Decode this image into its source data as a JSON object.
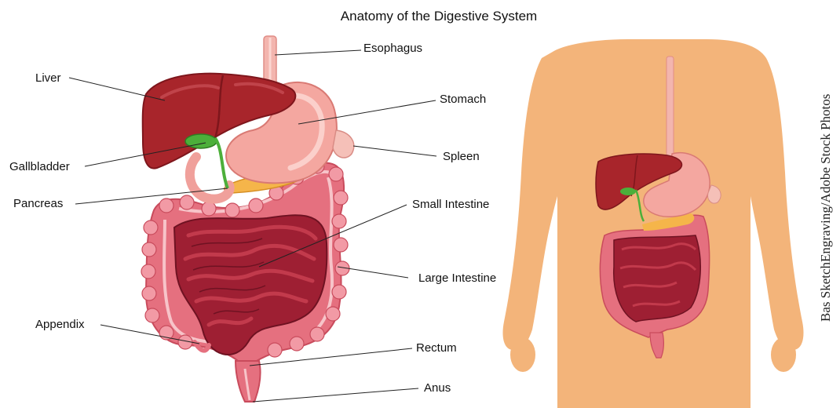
{
  "title": "Anatomy of the Digestive System",
  "credit": "Bas SketchEngraving/Adobe Stock Photos",
  "labels": {
    "esophagus": "Esophagus",
    "liver": "Liver",
    "stomach": "Stomach",
    "spleen": "Spleen",
    "gallbladder": "Gallbladder",
    "pancreas": "Pancreas",
    "small_intestine": "Small Intestine",
    "large_intestine": "Large Intestine",
    "appendix": "Appendix",
    "rectum": "Rectum",
    "anus": "Anus"
  },
  "colors": {
    "liver": "#a8252b",
    "liver_dark": "#7e161c",
    "stomach": "#f4a7a0",
    "stomach_dark": "#e07f7a",
    "esophagus": "#f3b5ae",
    "gallbladder": "#4caf3a",
    "pancreas": "#f5b54a",
    "small_intestine": "#9e1f33",
    "small_intestine_light": "#c23a4c",
    "large_intestine": "#e5707f",
    "large_intestine_light": "#f29aa5",
    "skin": "#f3b47a"
  }
}
